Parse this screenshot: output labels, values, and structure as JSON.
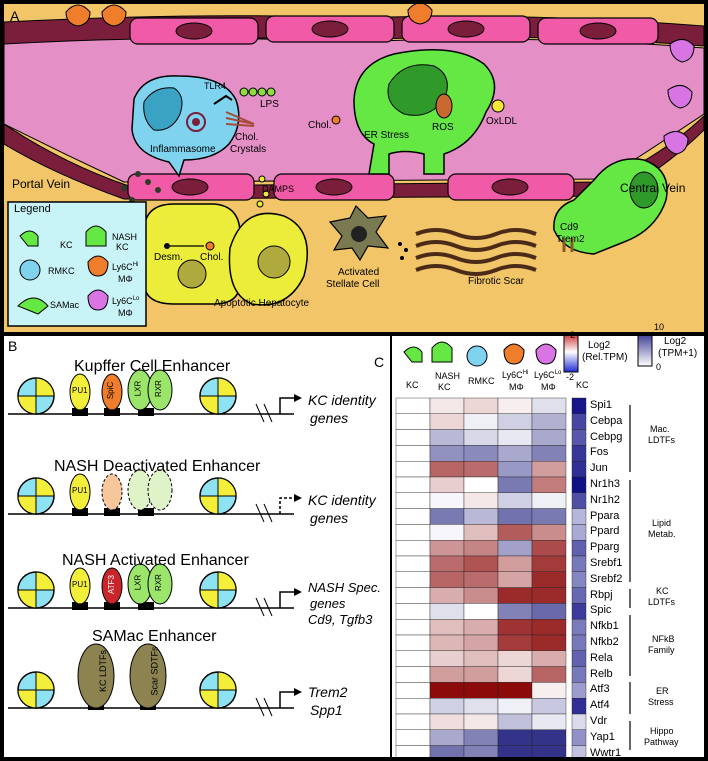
{
  "panelA": {
    "letter": "A",
    "portal_vein": "Portal Vein",
    "central_vein": "Central Vein",
    "tlr4": "TLR4",
    "lps": "LPS",
    "inflammasome": "Inflammasome",
    "chol_crystals_1": "Chol.",
    "chol_crystals_2": "Crystals",
    "damps": "DAMPS",
    "chol_left": "Chol.",
    "er_stress": "ER Stress",
    "ros": "ROS",
    "oxldl": "OxLDL",
    "desm": "Desm.",
    "chol_hep": "Chol.",
    "apoptotic": "Apoptotic Hepatocyte",
    "stellate_1": "Activated",
    "stellate_2": "Stellate Cell",
    "fibrotic": "Fibrotic Scar",
    "cd9": "Cd9",
    "trem2": "Trem2",
    "legend": {
      "title": "Legend",
      "kc": "KC",
      "nash_kc_1": "NASH",
      "nash_kc_2": "KC",
      "rmkc": "RMKC",
      "ly6chi_1": "Ly6C",
      "ly6chi_sup": "Hi",
      "ly6chi_2": "MΦ",
      "samac": "SAMac",
      "ly6clo_1": "Ly6C",
      "ly6clo_sup": "Lo",
      "ly6clo_2": "MΦ"
    }
  },
  "panelB": {
    "letter": "B",
    "enhancers": [
      {
        "title": "Kupffer Cell Enhancer",
        "factors": [
          "PU1",
          "SpiC",
          "LXR",
          "RXR"
        ],
        "target_1": "KC identity",
        "target_2": "genes",
        "target_3": ""
      },
      {
        "title": "NASH Deactivated Enhancer",
        "factors": [
          "PU1",
          "",
          "",
          ""
        ],
        "target_1": "KC identity",
        "target_2": "genes",
        "target_3": ""
      },
      {
        "title": "NASH Activated Enhancer",
        "factors": [
          "PU1",
          "ATF3",
          "LXR",
          "RXR"
        ],
        "target_1": "NASH Spec.",
        "target_2": "genes",
        "target_3": "Cd9, Tgfb3"
      },
      {
        "title": "SAMac Enhancer",
        "factors": [
          "KC LDTFs",
          "Scar SDTFs"
        ],
        "target_1": "Trem2",
        "target_2": "Spp1",
        "target_3": ""
      }
    ]
  },
  "panelC": {
    "letter": "C",
    "columns": [
      "KC",
      "NASH KC",
      "RMKC",
      "Ly6CHi MΦ",
      "Ly6CLo MΦ"
    ],
    "col_kc": "KC",
    "col_nashkc_1": "NASH",
    "col_nashkc_2": "KC",
    "col_rmkc": "RMKC",
    "col_hi_1": "Ly6C",
    "col_hi_sup": "Hi",
    "col_hi_2": "MΦ",
    "col_lo_1": "Ly6C",
    "col_lo_sup": "Lo",
    "col_lo_2": "MΦ",
    "kc_side_label": "KC",
    "scale1": {
      "max": "2",
      "min": "-2",
      "title_1": "Log2",
      "title_2": "(Rel.TPM)"
    },
    "scale2": {
      "max": "10",
      "min": "0",
      "title_1": "Log2",
      "title_2": "(TPM+1)"
    },
    "genes": [
      "Spi1",
      "Cebpa",
      "Cebpg",
      "Fos",
      "Jun",
      "Nr1h3",
      "Nr1h2",
      "Ppara",
      "Ppard",
      "Pparg",
      "Srebf1",
      "Srebf2",
      "Rbpj",
      "Spic",
      "Nfkb1",
      "Nfkb2",
      "Rela",
      "Relb",
      "Atf3",
      "Atf4",
      "Vdr",
      "Yap1",
      "Wwtr1"
    ],
    "groups": [
      {
        "label_1": "Mac.",
        "label_2": "LDTFs",
        "label_3": ""
      },
      {
        "label_1": "Lipid",
        "label_2": "Metab.",
        "label_3": ""
      },
      {
        "label_1": "KC",
        "label_2": "LDTFs",
        "label_3": ""
      },
      {
        "label_1": "NFkB",
        "label_2": "Family",
        "label_3": ""
      },
      {
        "label_1": "ER",
        "label_2": "Stress",
        "label_3": ""
      },
      {
        "label_1": "Hippo",
        "label_2": "Pathway",
        "label_3": ""
      }
    ],
    "heatmap": [
      [
        0,
        0.3,
        0.5,
        0.2,
        -0.4
      ],
      [
        0,
        0.5,
        -0.2,
        -0.6,
        -1.0
      ],
      [
        0,
        -0.9,
        -0.5,
        -0.3,
        -1.1
      ],
      [
        0,
        -1.4,
        -1.5,
        -1.1,
        -1.6
      ],
      [
        0,
        1.9,
        1.8,
        -1.3,
        1.2
      ],
      [
        0,
        0.6,
        0.0,
        -1.7,
        1.6
      ],
      [
        0,
        -0.1,
        0.3,
        -0.6,
        -0.2
      ],
      [
        0,
        -1.7,
        -0.9,
        -1.8,
        -1.7
      ],
      [
        0,
        -0.1,
        0.8,
        2.0,
        1.4
      ],
      [
        0,
        1.3,
        1.5,
        -1.2,
        2.2
      ],
      [
        0,
        1.8,
        2.1,
        1.2,
        2.4
      ],
      [
        0,
        1.9,
        1.8,
        1.1,
        2.6
      ],
      [
        0,
        1.0,
        1.4,
        2.6,
        2.6
      ],
      [
        0,
        -0.4,
        0.0,
        -1.6,
        -1.9
      ],
      [
        0,
        0.8,
        1.0,
        2.5,
        2.6
      ],
      [
        0,
        0.9,
        1.1,
        2.4,
        2.6
      ],
      [
        0,
        0.6,
        0.8,
        0.5,
        1.0
      ],
      [
        0,
        1.2,
        1.2,
        0.5,
        1.9
      ],
      [
        0,
        3.0,
        3.0,
        3.0,
        0.2
      ],
      [
        0,
        -0.6,
        -0.4,
        -0.2,
        -0.7
      ],
      [
        0,
        0.4,
        0.3,
        -0.8,
        -0.3
      ],
      [
        0,
        -1.1,
        -1.6,
        -2.6,
        -2.6
      ],
      [
        0,
        -1.8,
        -1.6,
        -2.6,
        -2.6
      ]
    ],
    "kc_tpm": [
      9.5,
      7.5,
      6.8,
      8.2,
      8.5,
      9.7,
      7.2,
      3.0,
      3.5,
      6.5,
      5.5,
      5.0,
      6.2,
      8.0,
      5.4,
      5.5,
      6.4,
      5.5,
      4.0,
      8.5,
      1.5,
      4.5,
      2.5
    ]
  }
}
